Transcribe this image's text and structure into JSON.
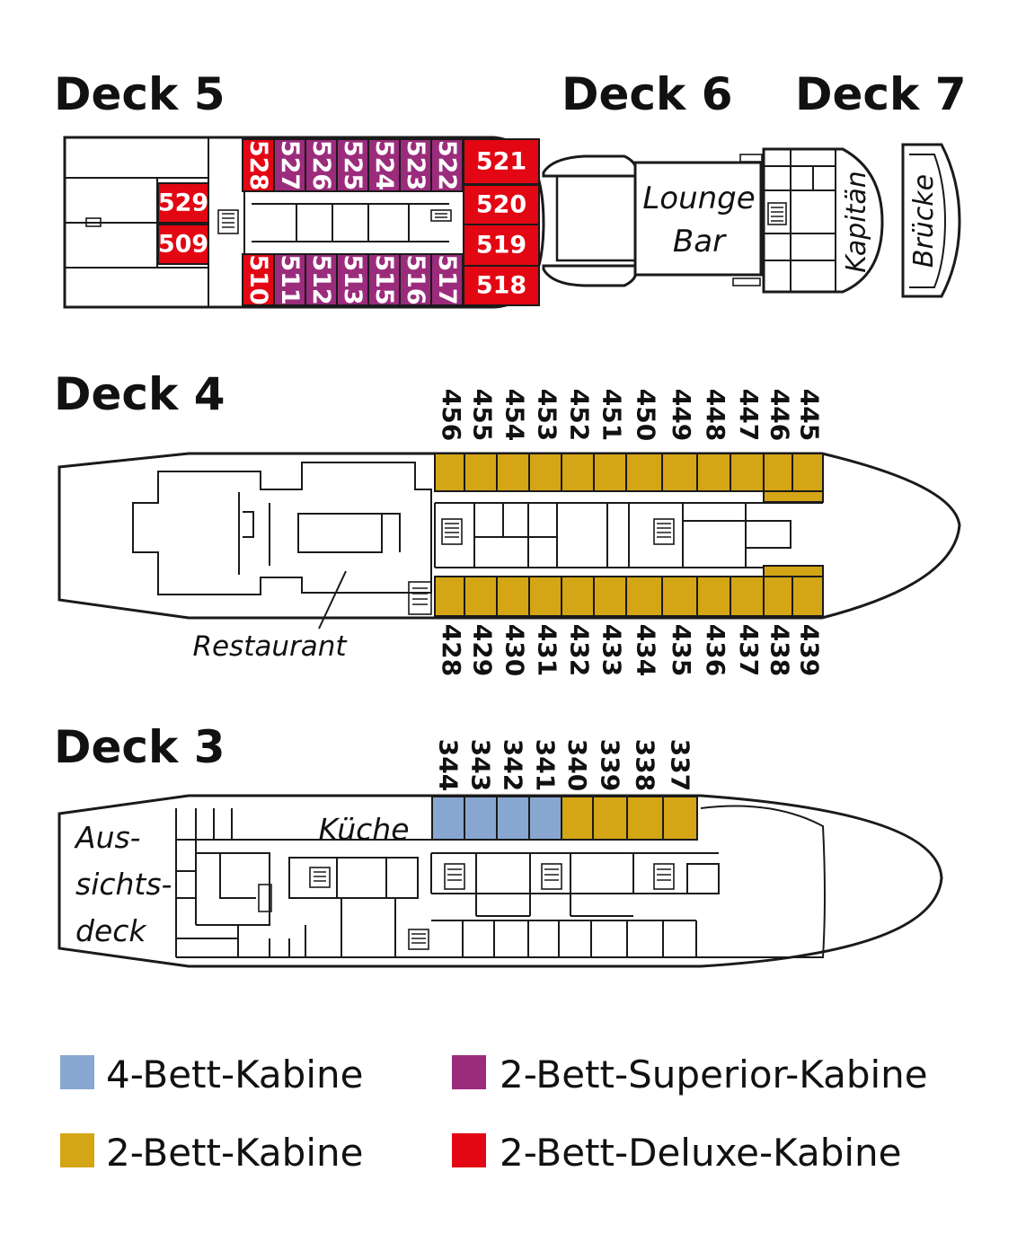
{
  "colors": {
    "four_bed": "#88a7d0",
    "two_bed": "#d4a514",
    "superior": "#9b2c7c",
    "deluxe": "#e30613",
    "outline": "#1a1a1a"
  },
  "deck5": {
    "title": "Deck 5",
    "cabins_top_superior": [
      "527",
      "526",
      "525",
      "524",
      "523",
      "522"
    ],
    "cabins_bottom_superior": [
      "511",
      "512",
      "513",
      "515",
      "516",
      "517"
    ],
    "cabin_top_left": "528",
    "cabin_bottom_left": "510",
    "cabin_side_upper": "529",
    "cabin_side_lower": "509",
    "cabins_bow_deluxe": [
      "521",
      "520",
      "519",
      "518"
    ]
  },
  "deck6": {
    "title": "Deck 6",
    "lounge_line1": "Lounge",
    "lounge_line2": "Bar"
  },
  "deck7": {
    "title": "Deck 7",
    "captain": "Kapitän",
    "bridge": "Brücke"
  },
  "deck4": {
    "title": "Deck 4",
    "cabins_top": [
      "456",
      "455",
      "454",
      "453",
      "452",
      "451",
      "450",
      "449",
      "448",
      "447",
      "446",
      "445"
    ],
    "cabins_bottom": [
      "428",
      "429",
      "430",
      "431",
      "432",
      "433",
      "434",
      "435",
      "436",
      "437",
      "438",
      "439"
    ],
    "restaurant": "Restaurant"
  },
  "deck3": {
    "title": "Deck 3",
    "cabins_four_bed": [
      "344",
      "343",
      "342",
      "341"
    ],
    "cabins_two_bed": [
      "340",
      "339",
      "338",
      "337"
    ],
    "kitchen": "Küche",
    "observation_line1": "Aus-",
    "observation_line2": "sichts-",
    "observation_line3": "deck"
  },
  "legend": {
    "four_bed": "4-Bett-Kabine",
    "two_bed": "2-Bett-Kabine",
    "superior": "2-Bett-Superior-Kabine",
    "deluxe": "2-Bett-Deluxe-Kabine"
  }
}
